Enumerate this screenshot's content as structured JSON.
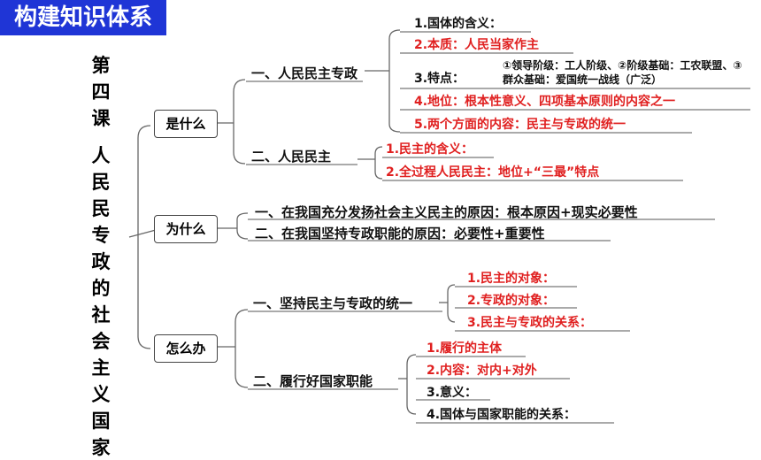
{
  "banner": "构建知识体系",
  "lesson": "第四课",
  "title": "人民民专政的社会主义国家",
  "q1": "是什么",
  "q2": "为什么",
  "q3": "怎么办",
  "what": {
    "b1": "一、人民民主专政",
    "b1_items": {
      "i1": "1.国体的含义：",
      "i2": "2.本质：人民当家作主",
      "i3": "3.特点：",
      "i3_detail": "①领导阶级：工人阶级、②阶级基础：工农联盟、③群众基础：爱国统一战线（广泛）",
      "i4": "4.地位：根本性意义、四项基本原则的内容之一",
      "i5": "5.两个方面的内容：民主与专政的统一"
    },
    "b2": "二、人民民主",
    "b2_items": {
      "i1": "1.民主的含义：",
      "i2": "2.全过程人民民主：地位+“三最”特点"
    }
  },
  "why": {
    "r1": "一、在我国充分发扬社会主义民主的原因：根本原因+现实必要性",
    "r2": "二、在我国坚持专政职能的原因：必要性+重要性"
  },
  "how": {
    "b1": "一、坚持民主与专政的统一",
    "b1_items": {
      "i1": "1.民主的对象：",
      "i2": "2.专政的对象：",
      "i3": "3.民主与专政的关系："
    },
    "b2": "二、履行好国家职能",
    "b2_items": {
      "i1": "1.履行的主体",
      "i2": "2.内容：对内+对外",
      "i3": "3.意义：",
      "i4": "4.国体与国家职能的关系："
    }
  },
  "colors": {
    "banner": "#1f35d6",
    "highlight": "#e02020",
    "line": "#666666"
  }
}
